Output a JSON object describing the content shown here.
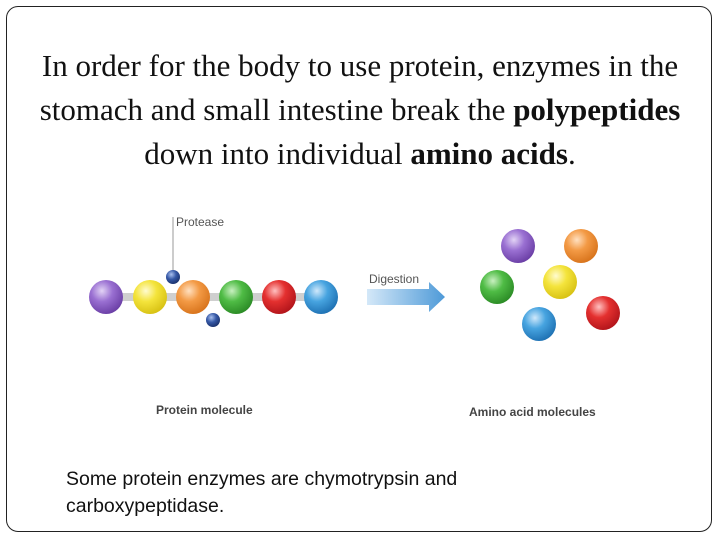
{
  "title": {
    "part1": "In order for the body to use protein, enzymes in the stomach and small intestine break the ",
    "bold1": "polypeptides",
    "part2": " down into individual ",
    "bold2": "amino acids",
    "part3": "."
  },
  "diagram": {
    "protease_label": "Protease",
    "digestion_label": "Digestion",
    "protein_label": "Protein molecule",
    "amino_label": "Amino acid molecules",
    "colors": {
      "purple": "#8a5fc4",
      "yellow": "#f2e130",
      "orange": "#f0923a",
      "green": "#45b23c",
      "red": "#e0262b",
      "blue": "#3d9ad8",
      "enzyme": "#2d4f9a",
      "arrow": "#5aa3dc"
    }
  },
  "caption": "Some protein enzymes are chymotrypsin and carboxypeptidase."
}
